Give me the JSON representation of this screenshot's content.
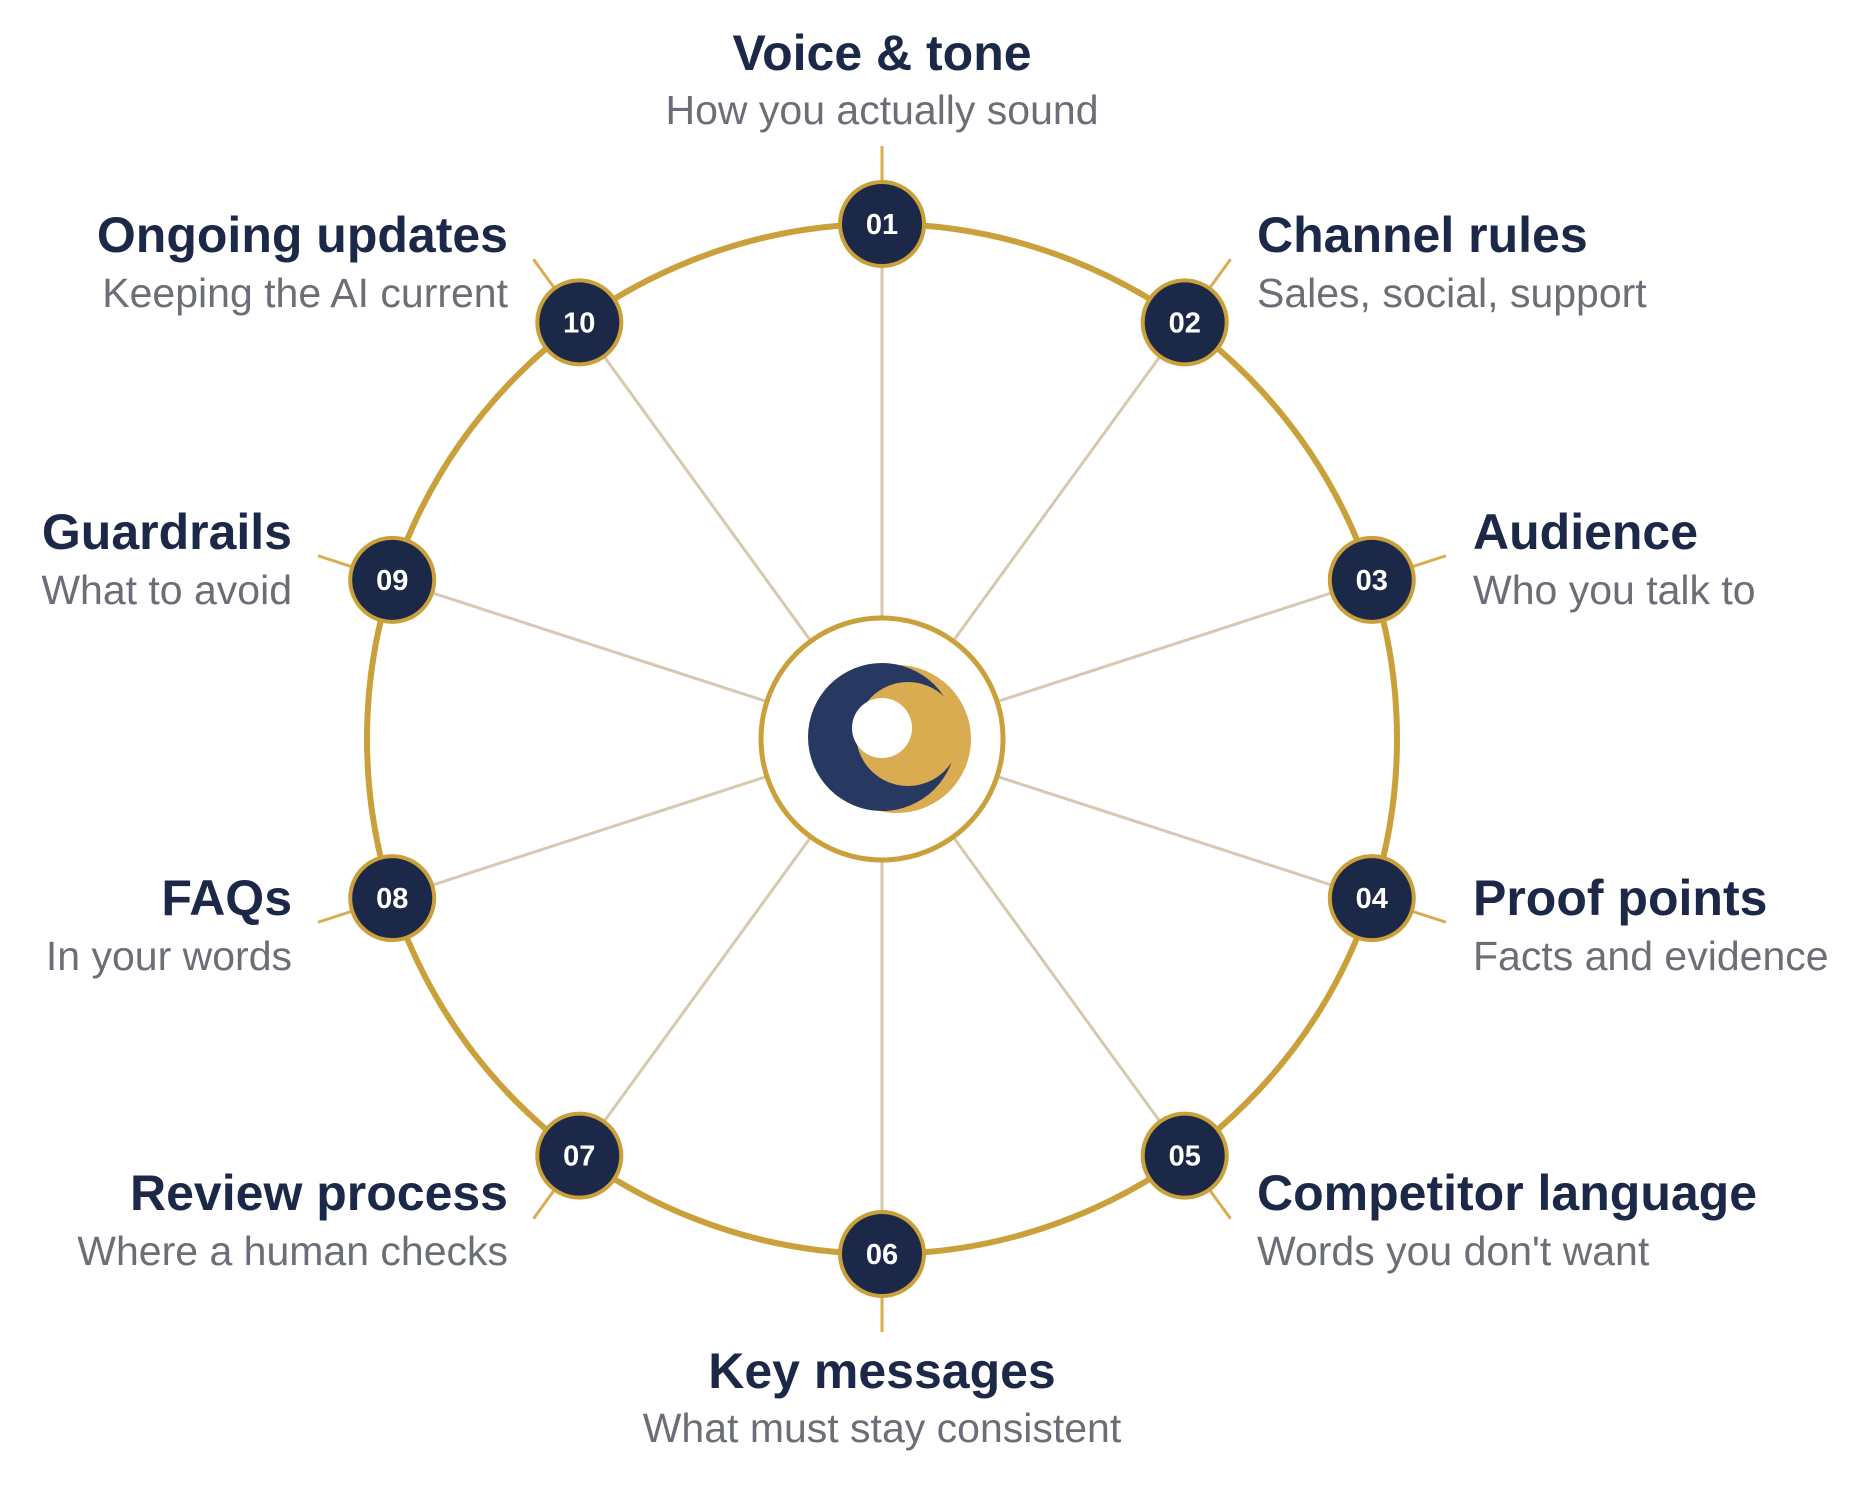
{
  "colors": {
    "navy": "#1c2847",
    "gold": "#c9a03a",
    "gold_light": "#d9ac52",
    "spoke": "#d6c9b0",
    "subtitle": "#6b6e76",
    "center_navy": "#273861",
    "background": "#ffffff"
  },
  "center": {
    "icon": "crescent-logo-icon"
  },
  "items": [
    {
      "number": "01",
      "title": "Voice & tone",
      "subtitle": "How you actually sound"
    },
    {
      "number": "02",
      "title": "Channel rules",
      "subtitle": "Sales, social, support"
    },
    {
      "number": "03",
      "title": "Audience",
      "subtitle": "Who you talk to"
    },
    {
      "number": "04",
      "title": "Proof points",
      "subtitle": "Facts and evidence"
    },
    {
      "number": "05",
      "title": "Competitor language",
      "subtitle": "Words you don't want"
    },
    {
      "number": "06",
      "title": "Key messages",
      "subtitle": "What must stay consistent"
    },
    {
      "number": "07",
      "title": "Review process",
      "subtitle": "Where a human checks"
    },
    {
      "number": "08",
      "title": "FAQs",
      "subtitle": "In your words"
    },
    {
      "number": "09",
      "title": "Guardrails",
      "subtitle": "What to avoid"
    },
    {
      "number": "10",
      "title": "Ongoing updates",
      "subtitle": "Keeping the AI current"
    }
  ]
}
